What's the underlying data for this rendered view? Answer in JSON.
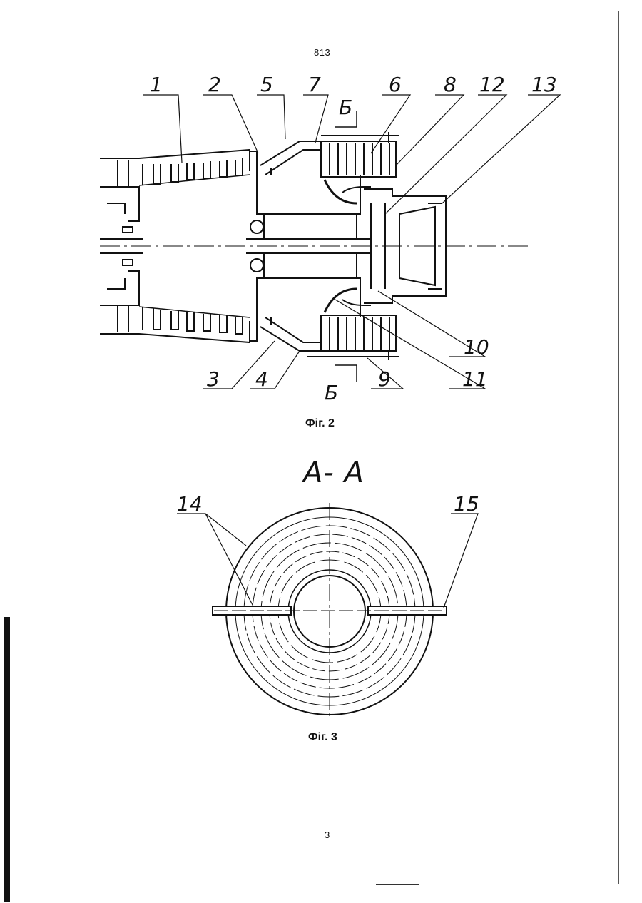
{
  "page": {
    "header_number": "813",
    "page_number": "3"
  },
  "figure2": {
    "caption": "Фіг. 2",
    "section_mark": "Б",
    "labels": [
      "1",
      "2",
      "5",
      "7",
      "6",
      "8",
      "12",
      "13",
      "3",
      "4",
      "9",
      "10",
      "11"
    ]
  },
  "figure3": {
    "caption": "Фіг. 3",
    "section_title": "А- А",
    "labels": [
      "14",
      "15"
    ]
  },
  "colors": {
    "ink": "#111111",
    "paper": "#ffffff"
  }
}
